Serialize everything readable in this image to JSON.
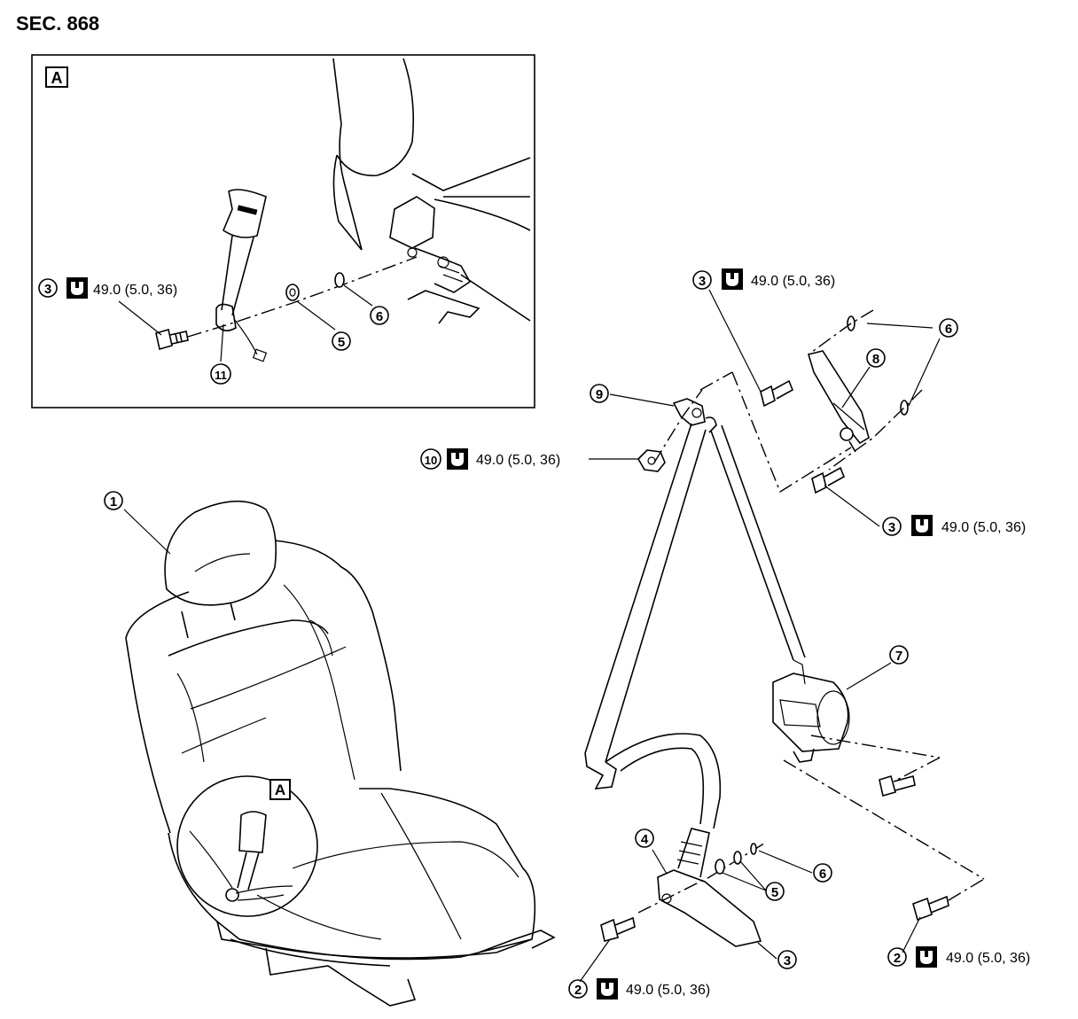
{
  "section_label": "SEC. 868",
  "view_label": "A",
  "torque_spec": "49.0 (5.0, 36)",
  "callouts": {
    "c1": "1",
    "c2": "2",
    "c3": "3",
    "c4": "4",
    "c5": "5",
    "c6": "6",
    "c7": "7",
    "c8": "8",
    "c9": "9",
    "c10": "10",
    "c11": "11"
  },
  "icons": {
    "torque": "torque-wrench-icon"
  }
}
